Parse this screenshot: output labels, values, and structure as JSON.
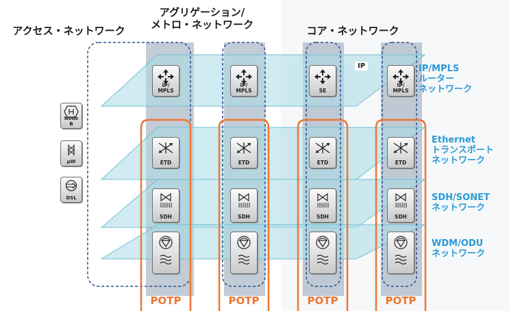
{
  "headers": {
    "access": "アクセス・ネットワーク",
    "aggregation": "アグリゲーション/\nメトロ・ネットワーク",
    "core": "コア・ネットワーク"
  },
  "layers": {
    "ip": "IP/MPLS\nルーター\nネットワーク",
    "ethernet": "Ethernet\nトランスポート\nネットワーク",
    "sdh": "SDH/SONET\nネットワーク",
    "wdm": "WDM/ODU\nネットワーク"
  },
  "ip_tag": "IP",
  "access_nodes": [
    {
      "label": "Node\nB",
      "icon": "node-b-icon"
    },
    {
      "label": "µW",
      "icon": "microwave-icon"
    },
    {
      "label": "DSL",
      "icon": "dsl-icon"
    }
  ],
  "columns": [
    {
      "router": "IP/\nMPLS",
      "ethernet": "ETD",
      "sdh": "SDH",
      "potp": "POTP"
    },
    {
      "router": "IP/\nMPLS",
      "ethernet": "ETD",
      "sdh": "SDH",
      "potp": "POTP"
    },
    {
      "router": "SE",
      "ethernet": "ETD",
      "sdh": "SDH",
      "potp": "POTP"
    },
    {
      "router": "IP/\nMPLS",
      "ethernet": "ETD",
      "sdh": "SDH",
      "potp": "POTP"
    }
  ],
  "colors": {
    "plane_fill": "#a9dbe6",
    "plane_stroke": "#6fc1d6",
    "column_fill": "#8fa3b5",
    "potp_orange": "#ee7630",
    "dashed_blue": "#2a4f8a",
    "layer_text": "#2a9ad6"
  }
}
